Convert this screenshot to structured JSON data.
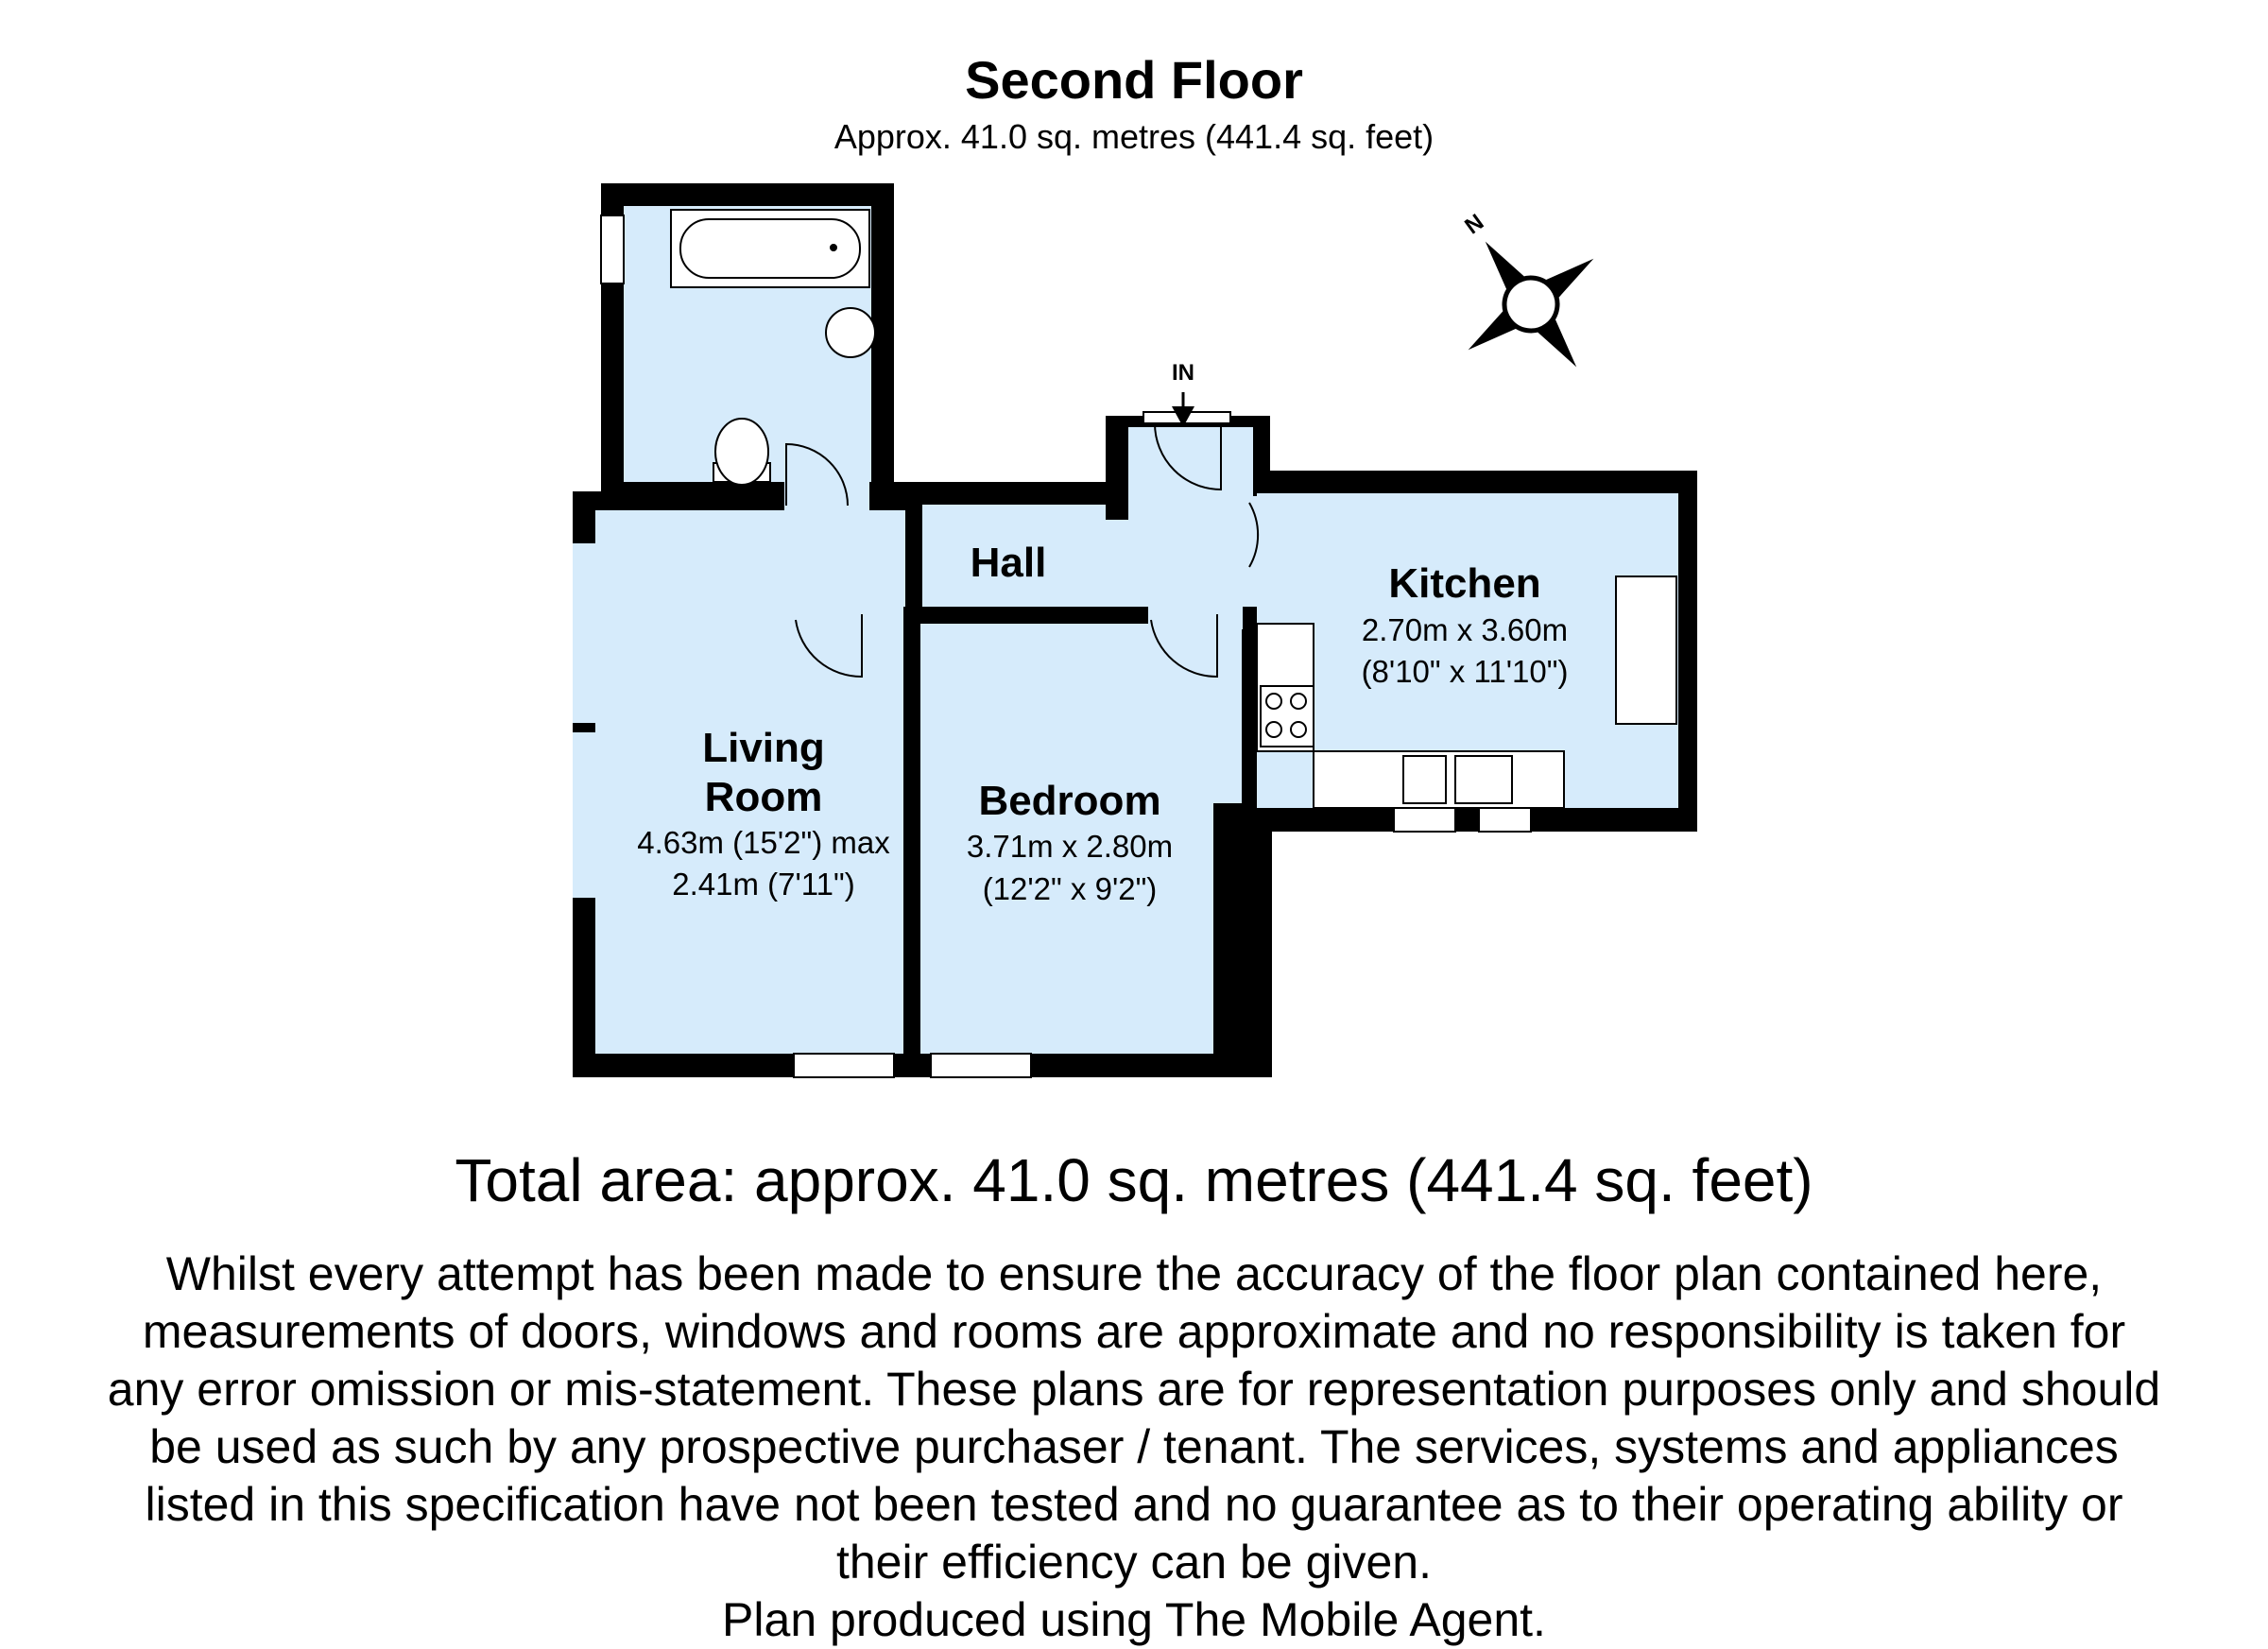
{
  "header": {
    "title": "Second Floor",
    "subtitle": "Approx.  41.0 sq. metres (441.4 sq. feet)"
  },
  "rooms": {
    "hall": {
      "name": "Hall"
    },
    "kitchen": {
      "name": "Kitchen",
      "dim_m": "2.70m x 3.60m",
      "dim_ft": "(8'10\" x 11'10\")"
    },
    "living": {
      "name_line1": "Living",
      "name_line2": "Room",
      "dim_m": "4.63m (15'2\") max",
      "dim_ft": "2.41m (7'11\")"
    },
    "bedroom": {
      "name": "Bedroom",
      "dim_m": "3.71m x 2.80m",
      "dim_ft": "(12'2\" x 9'2\")"
    }
  },
  "entrance_label": "IN",
  "compass_label": "N",
  "footer": {
    "total_area": "Total area: approx.  41.0 sq. metres (441.4 sq. feet)",
    "disclaimer_lines": [
      "Whilst every attempt has been made to ensure the accuracy of the floor plan contained here,",
      "measurements of doors, windows and rooms are approximate and no responsibility is taken for",
      "any error omission or mis-statement. These plans are for representation purposes only and should",
      "be used as such by any prospective purchaser / tenant. The services, systems and appliances",
      "listed in this specification have not been tested and no guarantee as to their operating ability or",
      "their efficiency can be given.",
      "Plan produced using The Mobile Agent."
    ]
  },
  "colors": {
    "wall": "#000000",
    "floor": "#d6ebfb",
    "background": "#ffffff"
  }
}
